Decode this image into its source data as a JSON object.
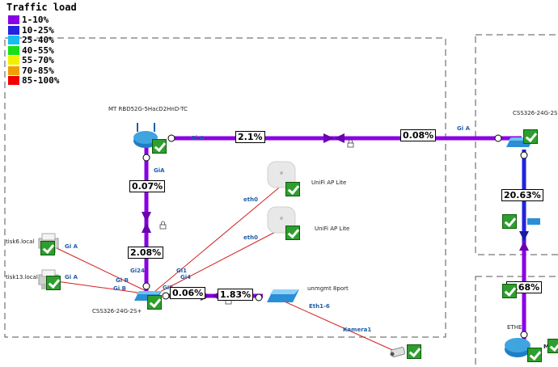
{
  "legend": {
    "title": "Traffic load",
    "items": [
      {
        "label": "1-10%",
        "color": "#8a00e6"
      },
      {
        "label": "10-25%",
        "color": "#2323e0"
      },
      {
        "label": "25-40%",
        "color": "#18bdf0"
      },
      {
        "label": "40-55%",
        "color": "#18e018"
      },
      {
        "label": "55-70%",
        "color": "#f0f000"
      },
      {
        "label": "70-85%",
        "color": "#f0a000"
      },
      {
        "label": "85-100%",
        "color": "#f00000"
      }
    ]
  },
  "devices": {
    "router": "MT RBD52G-5HacD2HnD-TC",
    "switch_main": "CSS326-24G-2S+",
    "switch_right": "CSS326-24G-2S",
    "ap1": "UniFi AP Lite",
    "ap2": "UniFi AP Lite",
    "unmgmt": "unmgmt 8port",
    "tisk6": "tisk6.local",
    "tisk13": "tisk13.local",
    "bottom_right": "MT R",
    "bottom_right_port": "ETHE"
  },
  "ports": {
    "router_gi": "Gi.A",
    "router_gia": "GiA",
    "right_gia": "Gi A",
    "ap1_eth0": "eth0",
    "ap2_eth0": "eth0",
    "tisk6_gia": "Gi A",
    "tisk13_gia": "Gi A",
    "sw_gi24": "Gi24",
    "sw_gi1": "Gi1",
    "sw_gi4": "Gi4",
    "sw_gib1": "Gi B",
    "sw_gib2": "Gi B",
    "sw_gi2": "Gi2",
    "unmgmt_eth": "Eth1-6",
    "kamera": "Kamera1"
  },
  "links": {
    "router_right_a": "2.1%",
    "router_right_b": "0.08%",
    "router_switch_a": "0.07%",
    "router_switch_b": "2.08%",
    "switch_unmgmt_a": "0.06%",
    "switch_unmgmt_b": "1.83%",
    "right_down": "20.63%",
    "bottom_up": "1.68%"
  },
  "colors": {
    "purple_link": "#8a00e6",
    "blue_link": "#2323e0",
    "red_line": "#d42020",
    "dash": "#555555"
  }
}
